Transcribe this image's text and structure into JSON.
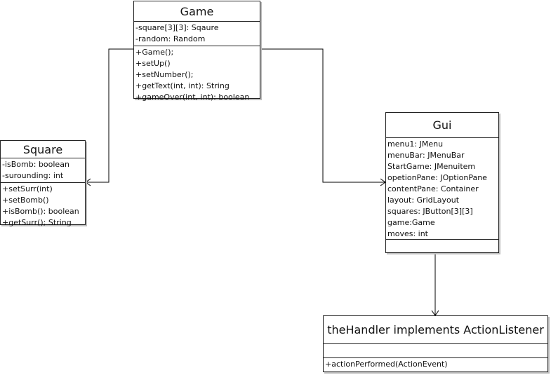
{
  "classes": {
    "game": {
      "name": "Game",
      "attributes": [
        "-square[3][3]: Sqaure",
        "-random: Random"
      ],
      "methods": [
        "+Game();",
        "+setUp()",
        "+setNumber();",
        "+getText(int, int): String",
        "+gameOver(int, int): boolean"
      ]
    },
    "square": {
      "name": "Square",
      "attributes": [
        "-isBomb: boolean",
        "-surounding: int"
      ],
      "methods": [
        "+setSurr(int)",
        "+setBomb()",
        "+isBomb(): boolean",
        "+getSurr(); String"
      ]
    },
    "gui": {
      "name": "Gui",
      "attributes": [
        "menu1: JMenu",
        "menuBar: JMenuBar",
        "StartGame: JMenuitem",
        "opetionPane: JOptionPane",
        "contentPane: Container",
        "layout: GridLayout",
        "squares: JButton[3][3]",
        "game:Game",
        "moves: int"
      ],
      "methods": []
    },
    "handler": {
      "name": "theHandler implements ActionListener",
      "attributes": [],
      "methods": [
        "+actionPerformed(ActionEvent)"
      ]
    }
  },
  "colors": {
    "border": "#222222",
    "line": "#000000",
    "shadow": "#bdbdbd"
  }
}
